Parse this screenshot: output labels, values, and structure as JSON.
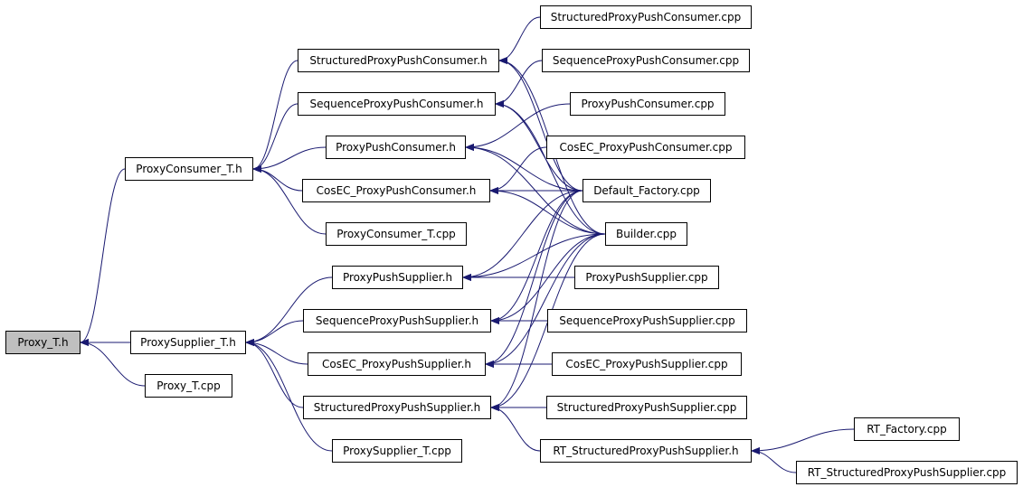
{
  "colors": {
    "edge": "#191970",
    "node_border": "#000000",
    "node_fill": "#ffffff",
    "root_fill": "#bfbfbf"
  },
  "nodes": {
    "proxy_t_h": "Proxy_T.h",
    "proxyconsumer_t_h": "ProxyConsumer_T.h",
    "proxysupplier_t_h": "ProxySupplier_T.h",
    "proxy_t_cpp": "Proxy_T.cpp",
    "structuredproxypushconsumer_h": "StructuredProxyPushConsumer.h",
    "sequenceproxypushconsumer_h": "SequenceProxyPushConsumer.h",
    "proxypushconsumer_h": "ProxyPushConsumer.h",
    "cosec_proxypushconsumer_h": "CosEC_ProxyPushConsumer.h",
    "proxyconsumer_t_cpp": "ProxyConsumer_T.cpp",
    "proxypushsupplier_h": "ProxyPushSupplier.h",
    "sequenceproxypushsupplier_h": "SequenceProxyPushSupplier.h",
    "cosec_proxypushsupplier_h": "CosEC_ProxyPushSupplier.h",
    "structuredproxypushsupplier_h": "StructuredProxyPushSupplier.h",
    "proxysupplier_t_cpp": "ProxySupplier_T.cpp",
    "structuredproxypushconsumer_cpp": "StructuredProxyPushConsumer.cpp",
    "sequenceproxypushconsumer_cpp": "SequenceProxyPushConsumer.cpp",
    "proxypushconsumer_cpp": "ProxyPushConsumer.cpp",
    "cosec_proxypushconsumer_cpp": "CosEC_ProxyPushConsumer.cpp",
    "default_factory_cpp": "Default_Factory.cpp",
    "builder_cpp": "Builder.cpp",
    "proxypushsupplier_cpp": "ProxyPushSupplier.cpp",
    "sequenceproxypushsupplier_cpp": "SequenceProxyPushSupplier.cpp",
    "cosec_proxypushsupplier_cpp": "CosEC_ProxyPushSupplier.cpp",
    "structuredproxypushsupplier_cpp": "StructuredProxyPushSupplier.cpp",
    "rt_structuredproxypushsupplier_h": "RT_StructuredProxyPushSupplier.h",
    "rt_factory_cpp": "RT_Factory.cpp",
    "rt_structuredproxypushsupplier_cpp": "RT_StructuredProxyPushSupplier.cpp"
  },
  "edges": [
    [
      "proxyconsumer_t_h",
      "proxy_t_h"
    ],
    [
      "proxysupplier_t_h",
      "proxy_t_h"
    ],
    [
      "proxy_t_cpp",
      "proxy_t_h"
    ],
    [
      "structuredproxypushconsumer_h",
      "proxyconsumer_t_h"
    ],
    [
      "sequenceproxypushconsumer_h",
      "proxyconsumer_t_h"
    ],
    [
      "proxypushconsumer_h",
      "proxyconsumer_t_h"
    ],
    [
      "cosec_proxypushconsumer_h",
      "proxyconsumer_t_h"
    ],
    [
      "proxyconsumer_t_cpp",
      "proxyconsumer_t_h"
    ],
    [
      "proxypushsupplier_h",
      "proxysupplier_t_h"
    ],
    [
      "sequenceproxypushsupplier_h",
      "proxysupplier_t_h"
    ],
    [
      "cosec_proxypushsupplier_h",
      "proxysupplier_t_h"
    ],
    [
      "structuredproxypushsupplier_h",
      "proxysupplier_t_h"
    ],
    [
      "proxysupplier_t_cpp",
      "proxysupplier_t_h"
    ],
    [
      "structuredproxypushconsumer_cpp",
      "structuredproxypushconsumer_h"
    ],
    [
      "sequenceproxypushconsumer_cpp",
      "sequenceproxypushconsumer_h"
    ],
    [
      "proxypushconsumer_cpp",
      "proxypushconsumer_h"
    ],
    [
      "cosec_proxypushconsumer_cpp",
      "cosec_proxypushconsumer_h"
    ],
    [
      "default_factory_cpp",
      "structuredproxypushconsumer_h"
    ],
    [
      "default_factory_cpp",
      "sequenceproxypushconsumer_h"
    ],
    [
      "default_factory_cpp",
      "proxypushconsumer_h"
    ],
    [
      "default_factory_cpp",
      "cosec_proxypushconsumer_h"
    ],
    [
      "default_factory_cpp",
      "proxypushsupplier_h"
    ],
    [
      "default_factory_cpp",
      "sequenceproxypushsupplier_h"
    ],
    [
      "default_factory_cpp",
      "cosec_proxypushsupplier_h"
    ],
    [
      "default_factory_cpp",
      "structuredproxypushsupplier_h"
    ],
    [
      "builder_cpp",
      "structuredproxypushconsumer_h"
    ],
    [
      "builder_cpp",
      "sequenceproxypushconsumer_h"
    ],
    [
      "builder_cpp",
      "proxypushconsumer_h"
    ],
    [
      "builder_cpp",
      "cosec_proxypushconsumer_h"
    ],
    [
      "builder_cpp",
      "proxypushsupplier_h"
    ],
    [
      "builder_cpp",
      "sequenceproxypushsupplier_h"
    ],
    [
      "builder_cpp",
      "cosec_proxypushsupplier_h"
    ],
    [
      "builder_cpp",
      "structuredproxypushsupplier_h"
    ],
    [
      "proxypushsupplier_cpp",
      "proxypushsupplier_h"
    ],
    [
      "sequenceproxypushsupplier_cpp",
      "sequenceproxypushsupplier_h"
    ],
    [
      "cosec_proxypushsupplier_cpp",
      "cosec_proxypushsupplier_h"
    ],
    [
      "structuredproxypushsupplier_cpp",
      "structuredproxypushsupplier_h"
    ],
    [
      "rt_structuredproxypushsupplier_h",
      "structuredproxypushsupplier_h"
    ],
    [
      "rt_factory_cpp",
      "rt_structuredproxypushsupplier_h"
    ],
    [
      "rt_structuredproxypushsupplier_cpp",
      "rt_structuredproxypushsupplier_h"
    ]
  ]
}
